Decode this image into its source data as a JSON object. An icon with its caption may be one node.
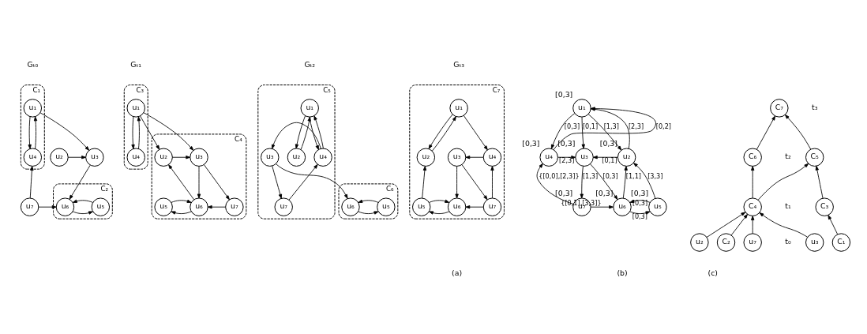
{
  "diagram": {
    "nodes": [
      {
        "text": [
          "C₁"
        ]
      },
      {
        "text": [
          "u₁"
        ],
        "in": 0
      },
      {
        "text": [
          "u₄"
        ],
        "in": 0
      },
      {
        "text": [
          "u₂"
        ]
      },
      {
        "text": [
          "u₃"
        ]
      },
      {
        "text": [
          "C₂"
        ]
      },
      {
        "text": [
          "u₅"
        ],
        "in": 5
      },
      {
        "text": [
          "u₆"
        ],
        "in": 5
      },
      {
        "text": [
          "u₇"
        ]
      },
      {
        "text": [
          "C₃"
        ]
      },
      {
        "text": [
          "u₁"
        ],
        "in": 9
      },
      {
        "text": [
          "u₄"
        ],
        "in": 9
      },
      {
        "text": [
          "C₄"
        ]
      },
      {
        "text": [
          "u₂"
        ],
        "in": 12
      },
      {
        "text": [
          "u₃"
        ],
        "in": 12
      },
      {
        "text": [
          "u₅"
        ],
        "in": 12
      },
      {
        "text": [
          "u₆"
        ],
        "in": 12
      },
      {
        "text": [
          "u₇"
        ],
        "in": 12
      },
      {
        "text": [
          "C₅"
        ]
      },
      {
        "text": [
          "u₁"
        ],
        "in": 18
      },
      {
        "text": [
          "u₂"
        ],
        "in": 18
      },
      {
        "text": [
          "u₃"
        ],
        "in": 18
      },
      {
        "text": [
          "u₄"
        ],
        "in": 18
      },
      {
        "text": [
          "u₇"
        ],
        "in": 18
      },
      {
        "text": [
          "C₆"
        ]
      },
      {
        "text": [
          "u₅"
        ],
        "in": 24
      },
      {
        "text": [
          "u₆"
        ],
        "in": 24
      },
      {
        "text": [
          "C₇"
        ]
      },
      {
        "text": [
          "u₁"
        ],
        "in": 27
      },
      {
        "text": [
          "u₂"
        ],
        "in": 27
      },
      {
        "text": [
          "u₃"
        ],
        "in": 27
      },
      {
        "text": [
          "u₄"
        ],
        "in": 27
      },
      {
        "text": [
          "u₅"
        ],
        "in": 27
      },
      {
        "text": [
          "u₆"
        ],
        "in": 27
      },
      {
        "text": [
          "u₇"
        ],
        "in": 27
      },
      {
        "text": [
          "u₁"
        ],
        "beside": [
          "[0,3]"
        ]
      },
      {
        "text": [
          "u₂"
        ],
        "beside": [
          "[0,3]"
        ]
      },
      {
        "text": [
          "u₃"
        ],
        "beside": [
          "[0,3]"
        ]
      },
      {
        "text": [
          "u₄"
        ],
        "beside": [
          "[0,3]"
        ]
      },
      {
        "text": [
          "u₅"
        ],
        "beside": [
          "[0,3]"
        ]
      },
      {
        "text": [
          "u₆"
        ],
        "beside": [
          "[0,3]"
        ]
      },
      {
        "text": [
          "u₇"
        ],
        "beside": [
          "[0,3]"
        ]
      },
      {
        "text": [
          "C₇"
        ]
      },
      {
        "text": [
          "C₅"
        ]
      },
      {
        "text": [
          "C₆"
        ]
      },
      {
        "text": [
          "C₃"
        ]
      },
      {
        "text": [
          "C₄"
        ]
      },
      {
        "text": [
          "C₁"
        ]
      },
      {
        "text": [
          "C₂"
        ]
      },
      {
        "text": [
          "u₂"
        ]
      },
      {
        "text": [
          "u₃"
        ]
      },
      {
        "text": [
          "u₇"
        ]
      }
    ],
    "edges": [
      {
        "from": 1,
        "to": 4,
        "arrow": "to"
      },
      {
        "from": 1,
        "to": 2,
        "arrow": "to"
      },
      {
        "from": 2,
        "to": 1,
        "arrow": "to"
      },
      {
        "from": 3,
        "to": 4,
        "arrow": "to"
      },
      {
        "from": 4,
        "to": 7,
        "arrow": "to"
      },
      {
        "from": 8,
        "to": 7,
        "arrow": "to"
      },
      {
        "from": 8,
        "to": 2,
        "arrow": "to"
      },
      {
        "from": 7,
        "to": 6,
        "arrow": "to"
      },
      {
        "from": 6,
        "to": 7,
        "arrow": "to"
      },
      {
        "from": 10,
        "to": 13,
        "arrow": "to"
      },
      {
        "from": 10,
        "to": 14,
        "arrow": "to"
      },
      {
        "from": 10,
        "to": 11,
        "arrow": "to"
      },
      {
        "from": 11,
        "to": 10,
        "arrow": "to"
      },
      {
        "from": 13,
        "to": 14,
        "arrow": "to"
      },
      {
        "from": 14,
        "to": 16,
        "arrow": "to"
      },
      {
        "from": 14,
        "to": 17,
        "arrow": "to"
      },
      {
        "from": 16,
        "to": 13,
        "arrow": "to"
      },
      {
        "from": 17,
        "to": 16,
        "arrow": "to"
      },
      {
        "from": 16,
        "to": 15,
        "arrow": "to"
      },
      {
        "from": 15,
        "to": 16,
        "arrow": "to"
      },
      {
        "from": 19,
        "to": 20,
        "arrow": "to"
      },
      {
        "from": 20,
        "to": 19,
        "arrow": "to"
      },
      {
        "from": 19,
        "to": 22,
        "arrow": "to"
      },
      {
        "from": 22,
        "to": 19,
        "arrow": "to"
      },
      {
        "from": 22,
        "to": 21,
        "arrow": "to"
      },
      {
        "from": 21,
        "to": 26,
        "arrow": "to"
      },
      {
        "from": 21,
        "to": 23,
        "arrow": "to"
      },
      {
        "from": 23,
        "to": 22,
        "arrow": "to"
      },
      {
        "from": 26,
        "to": 25,
        "arrow": "to"
      },
      {
        "from": 25,
        "to": 26,
        "arrow": "to"
      },
      {
        "from": 28,
        "to": 29,
        "arrow": "to"
      },
      {
        "from": 29,
        "to": 28,
        "arrow": "to"
      },
      {
        "from": 28,
        "to": 31,
        "arrow": "to"
      },
      {
        "from": 31,
        "to": 30,
        "arrow": "to"
      },
      {
        "from": 30,
        "to": 33,
        "arrow": "to"
      },
      {
        "from": 30,
        "to": 34,
        "arrow": "to"
      },
      {
        "from": 34,
        "to": 31,
        "arrow": "to"
      },
      {
        "from": 32,
        "to": 29,
        "arrow": "to"
      },
      {
        "from": 34,
        "to": 33,
        "arrow": "to"
      },
      {
        "from": 33,
        "to": 32,
        "arrow": "to"
      },
      {
        "from": 32,
        "to": 33,
        "arrow": "to"
      },
      {
        "from": 36,
        "to": 35,
        "arrow": "to",
        "label": "[2,3]"
      },
      {
        "from": 35,
        "to": 36,
        "arrow": "to",
        "label": "[1,3]"
      },
      {
        "from": 35,
        "to": 37,
        "arrow": "to",
        "label": "[0,1]"
      },
      {
        "from": 38,
        "to": 35,
        "arrow": "to",
        "label": "[0,2]"
      },
      {
        "from": 35,
        "to": 38,
        "arrow": "to",
        "label": "[0,3]"
      },
      {
        "from": 36,
        "to": 37,
        "arrow": "to",
        "label": "[0,1]"
      },
      {
        "from": 38,
        "to": 37,
        "arrow": "to",
        "label": "[2,3]"
      },
      {
        "from": 37,
        "to": 40,
        "arrow": "to",
        "label": "[0,3]"
      },
      {
        "from": 37,
        "to": 41,
        "arrow": "to",
        "label": "[1,3]"
      },
      {
        "from": 40,
        "to": 36,
        "arrow": "to",
        "label": "[1,1]"
      },
      {
        "from": 39,
        "to": 36,
        "arrow": "to",
        "label": "[3,3]"
      },
      {
        "from": 40,
        "to": 39,
        "arrow": "to",
        "label": "[0,3]"
      },
      {
        "from": 39,
        "to": 40,
        "arrow": "to",
        "label": "[0,3]"
      },
      {
        "from": 41,
        "to": 40,
        "arrow": "to",
        "label": "{[0,1],[3,3]}"
      },
      {
        "from": 41,
        "to": 38,
        "arrow": "to",
        "label": "{[0,0],[2,3]}"
      },
      {
        "from": 43,
        "to": 42,
        "arrow": "to"
      },
      {
        "from": 44,
        "to": 42,
        "arrow": "to"
      },
      {
        "from": 45,
        "to": 43,
        "arrow": "to"
      },
      {
        "from": 46,
        "to": 43,
        "arrow": "to"
      },
      {
        "from": 46,
        "to": 44,
        "arrow": "to"
      },
      {
        "from": 47,
        "to": 45,
        "arrow": "to"
      },
      {
        "from": 48,
        "to": 46,
        "arrow": "to"
      },
      {
        "from": 49,
        "to": 46,
        "arrow": "to"
      },
      {
        "from": 50,
        "to": 46,
        "arrow": "to"
      },
      {
        "from": 51,
        "to": 46,
        "arrow": "to"
      }
    ],
    "labels": [
      "Gₜ₀",
      "Gₜ₁",
      "Gₜ₂",
      "Gₜ₃",
      "(a)",
      "(b)",
      "(c)",
      "t₃",
      "t₂",
      "t₁",
      "t₀"
    ]
  }
}
